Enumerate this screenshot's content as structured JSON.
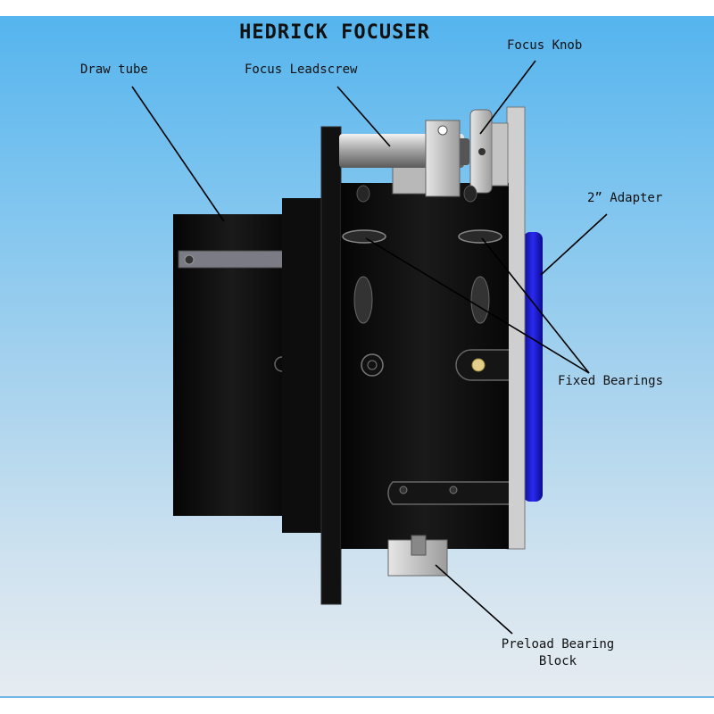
{
  "title": "HEDRICK FOCUSER",
  "labels": {
    "draw_tube": "Draw tube",
    "focus_leadscrew": "Focus Leadscrew",
    "focus_knob": "Focus Knob",
    "adapter": "2” Adapter",
    "fixed_bearings": "Fixed Bearings",
    "preload_line1": "Preload Bearing",
    "preload_line2": "Block"
  },
  "colors": {
    "body": "#0c0c0c",
    "metal": "#d0d0d0",
    "adapter": "#1a1ad0"
  }
}
